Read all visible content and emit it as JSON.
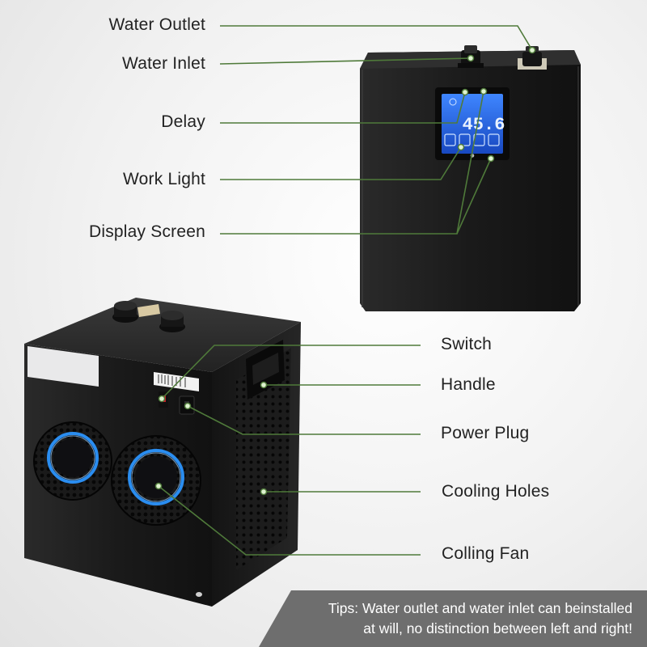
{
  "labels": {
    "water_outlet": "Water Outlet",
    "water_inlet": "Water Inlet",
    "delay": "Delay",
    "work_light": "Work Light",
    "display_screen": "Display Screen",
    "switch": "Switch",
    "handle": "Handle",
    "power_plug": "Power Plug",
    "cooling_holes": "Cooling Holes",
    "colling_fan": "Colling Fan"
  },
  "display": {
    "temperature": "45.6"
  },
  "tips": {
    "line1": "Tips: Water outlet and water inlet can beinstalled",
    "line2": "at will, no distinction between left and right!"
  },
  "colors": {
    "leader_line": "#4f7a3a",
    "device_body": "#1b1b1b",
    "screen_blue": "#1e5bd6",
    "fan_ring": "#2a8df0",
    "tips_bg": "#6e6e6e"
  },
  "icons": [
    "water-outlet-fitting",
    "water-inlet-fitting",
    "lcd-display",
    "cooling-fan",
    "power-switch",
    "power-plug",
    "handle",
    "cooling-vent"
  ]
}
